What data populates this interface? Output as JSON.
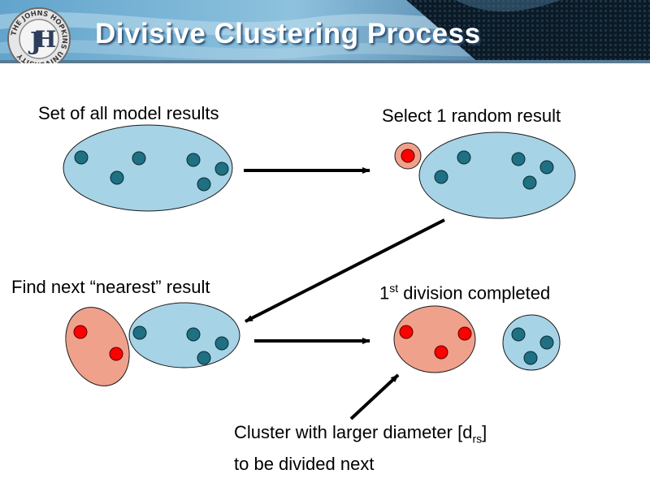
{
  "title": "Divisive Clustering Process",
  "seal_text": "THE JOHNS HOPKINS UNIVERSITY",
  "steps": {
    "step1": "Set of all model results",
    "step2": "Select 1 random result",
    "step3": "Find next “nearest” result",
    "step4_prefix": "1",
    "step4_sup": "st",
    "step4_rest": " division completed"
  },
  "note": {
    "line1_prefix": "Cluster with larger diameter [d",
    "line1_sub": "rs",
    "line1_suffix": "]",
    "line2": "to be divided next"
  },
  "colors": {
    "cluster_fill": "#a7d3e6",
    "cluster_point": "#1e7082",
    "selected_fill": "#f0a18c",
    "selected_point": "#ff0000",
    "arrow": "#000000",
    "header_sky": "#8ec2de",
    "header_dark": "#102434"
  }
}
